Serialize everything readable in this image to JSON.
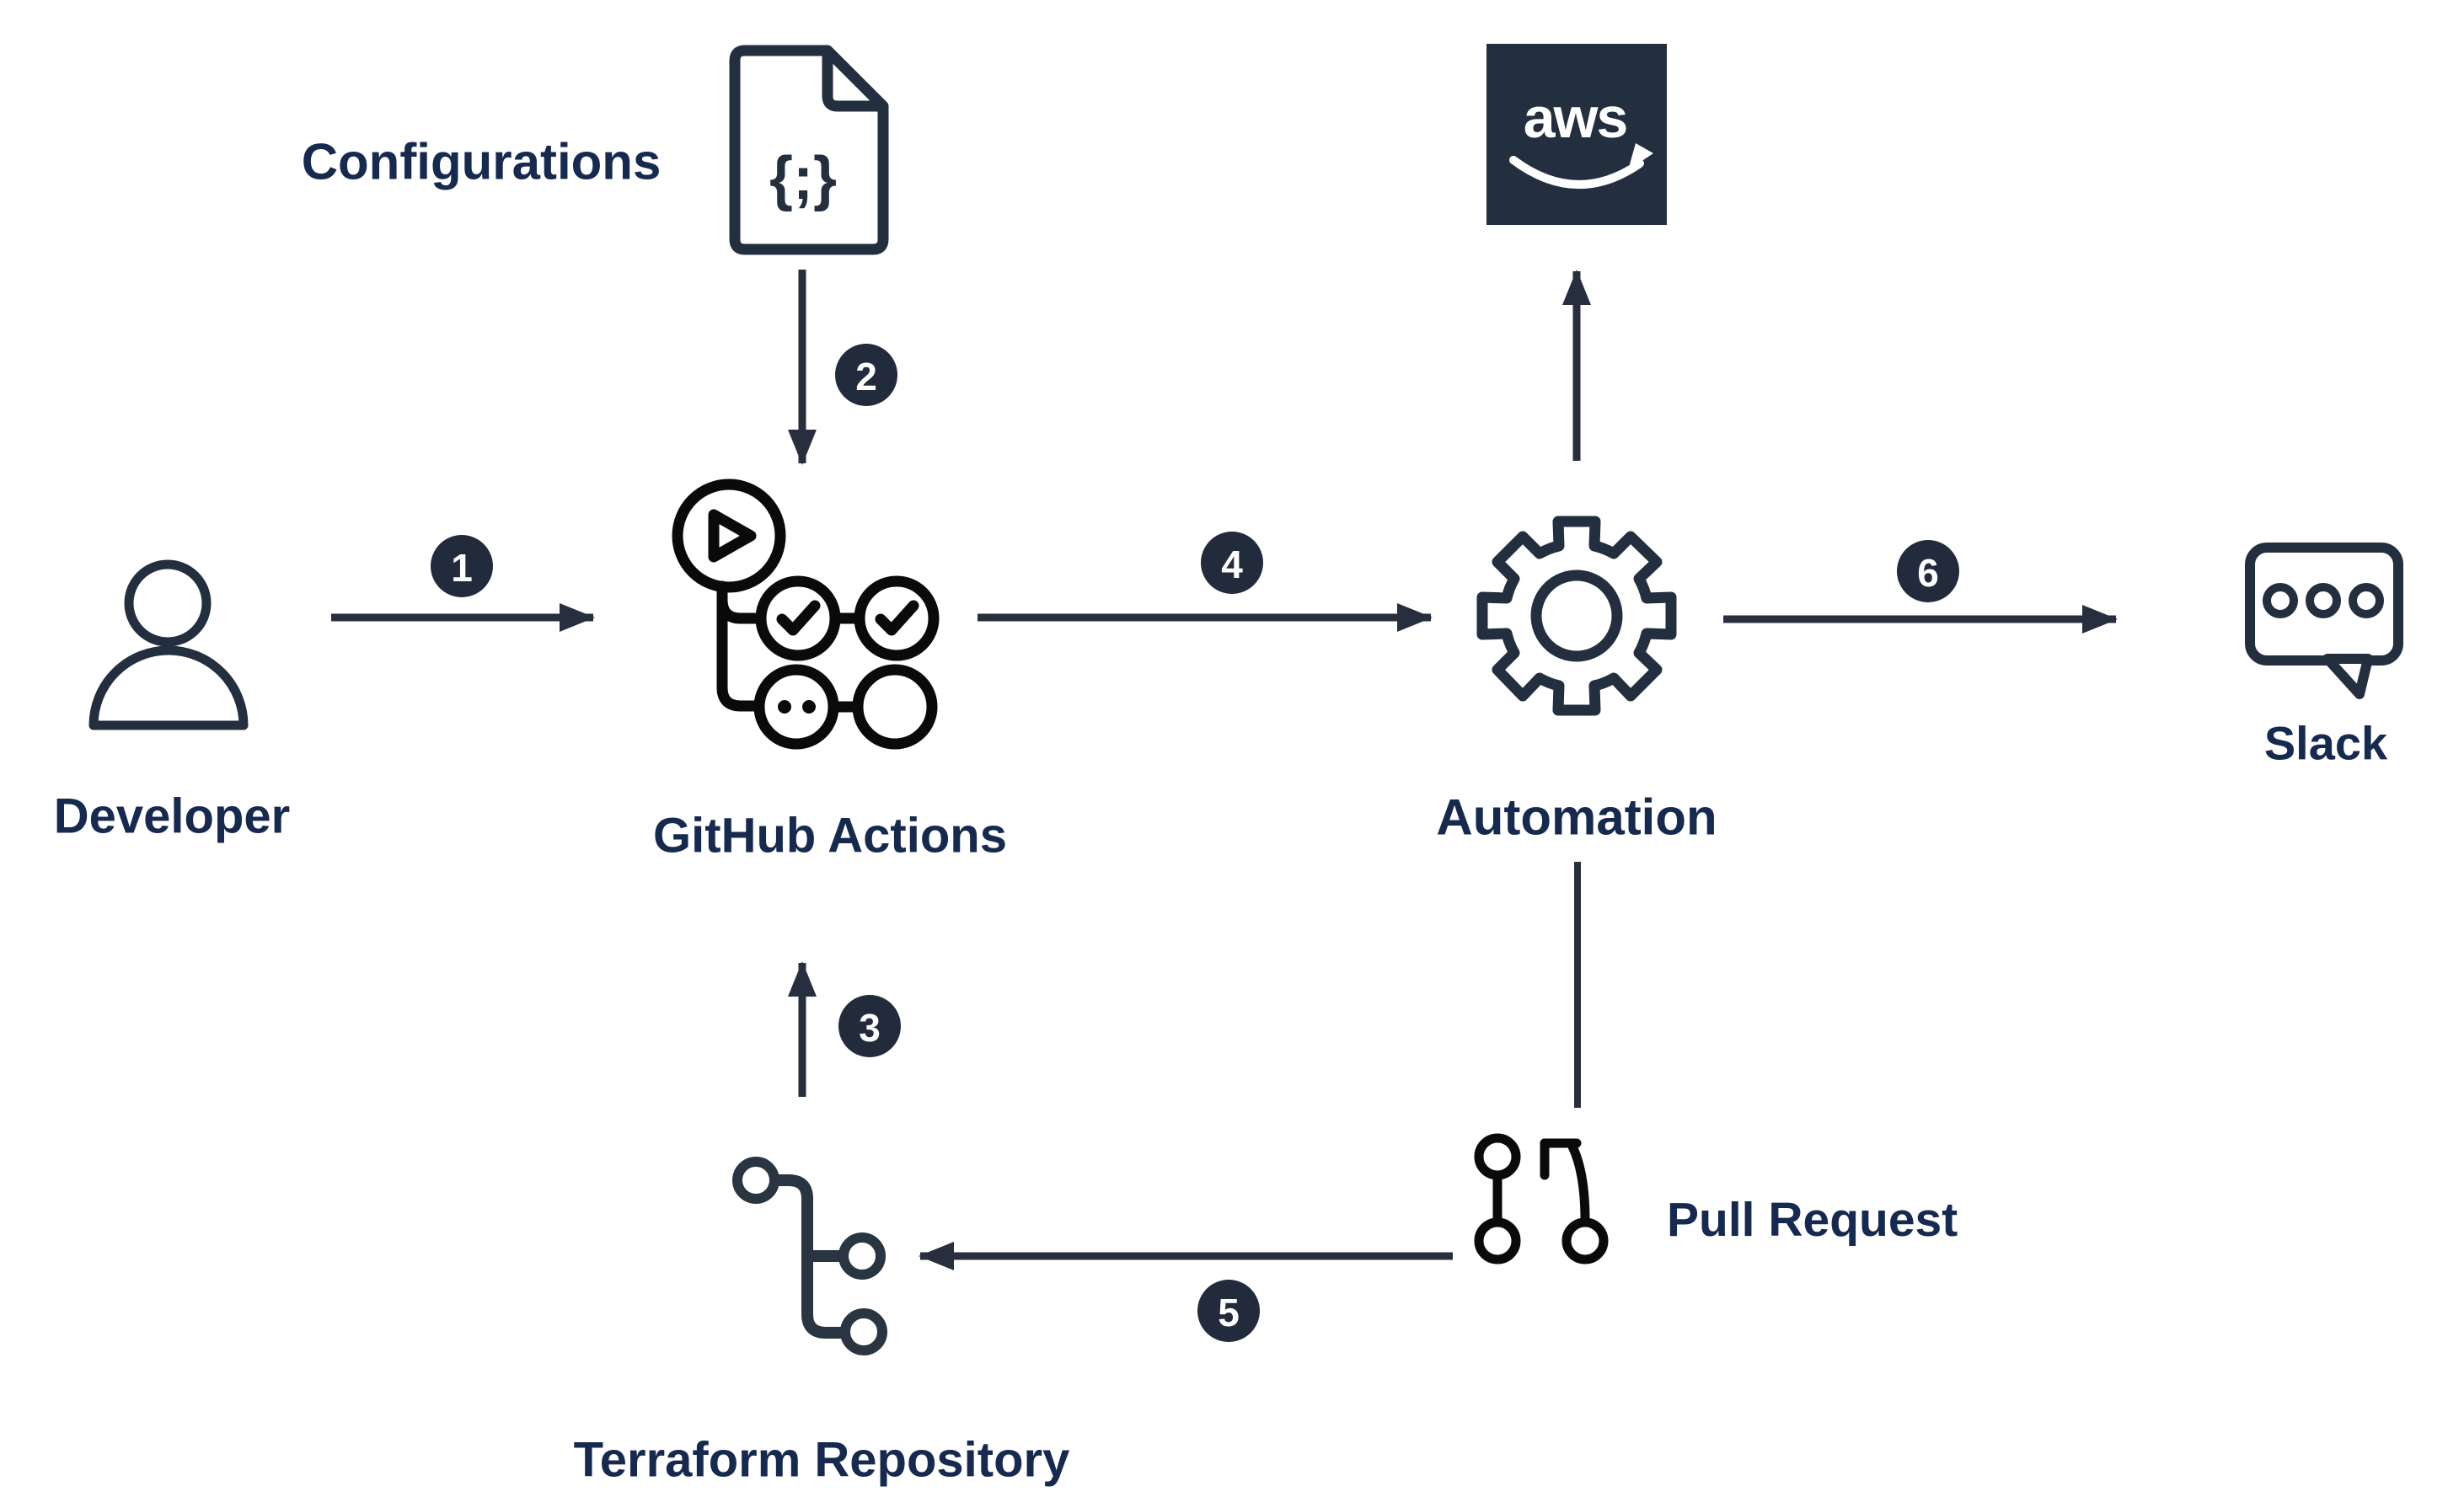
{
  "diagram_type": "workflow",
  "background": "#ffffff",
  "colors": {
    "label_text": "#16294F",
    "icon_slate": "#232F3E",
    "icon_black": "#0A0A0A",
    "terraform_icon": "#2A3542",
    "arrow": "#272F3E",
    "badge_bg": "#222B3C",
    "badge_text": "#FFFFFF",
    "aws_box_bg": "#232F3E",
    "aws_logo_text": "#FFFFFF"
  },
  "nodes": {
    "developer": {
      "label": "Developer",
      "icon": "person-icon"
    },
    "configurations": {
      "label": "Configurations",
      "icon": "code-file-icon",
      "file_glyph": "{;}"
    },
    "github_actions": {
      "label": "GitHub Actions",
      "icon": "github-actions-workflow-icon"
    },
    "automation": {
      "label": "Automation",
      "icon": "gear-icon"
    },
    "aws": {
      "label": "aws",
      "icon": "aws-logo"
    },
    "slack": {
      "label": "Slack",
      "icon": "chat-bubble-icon"
    },
    "terraform_repository": {
      "label": "Terraform Repository",
      "icon": "git-branch-icon"
    },
    "pull_request": {
      "label": "Pull Request",
      "icon": "git-pull-request-icon"
    }
  },
  "edges": [
    {
      "step": "1",
      "from": "Developer",
      "to": "GitHub Actions"
    },
    {
      "step": "2",
      "from": "Configurations",
      "to": "GitHub Actions"
    },
    {
      "step": "3",
      "from": "Terraform Repository",
      "to": "GitHub Actions"
    },
    {
      "step": "4",
      "from": "GitHub Actions",
      "to": "Automation"
    },
    {
      "step": "5",
      "from": "Pull Request",
      "to": "Terraform Repository"
    },
    {
      "step": "6",
      "from": "Automation",
      "to": "Slack"
    },
    {
      "step": "",
      "from": "Automation",
      "to": "AWS"
    },
    {
      "step": "",
      "from": "Automation",
      "to": "Pull Request"
    }
  ]
}
